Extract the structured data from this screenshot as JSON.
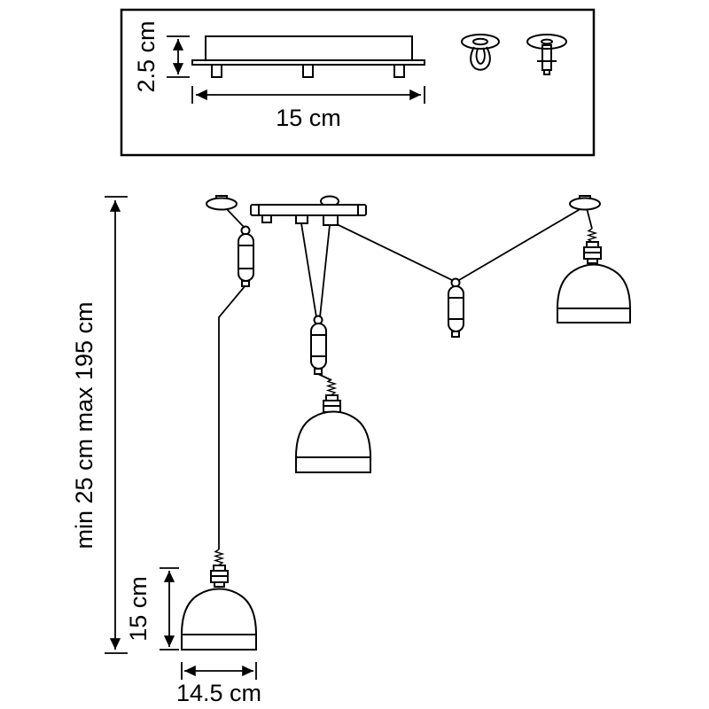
{
  "diagram": {
    "colors": {
      "line": "#000000",
      "background": "#ffffff"
    },
    "top_panel": {
      "canopy_height_label": "2.5 cm",
      "canopy_width_label": "15 cm"
    },
    "pendant_view": {
      "overall_height_label": "min 25 cm max 195 cm",
      "shade_height_label": "15 cm",
      "shade_width_label": "14.5 cm"
    }
  }
}
